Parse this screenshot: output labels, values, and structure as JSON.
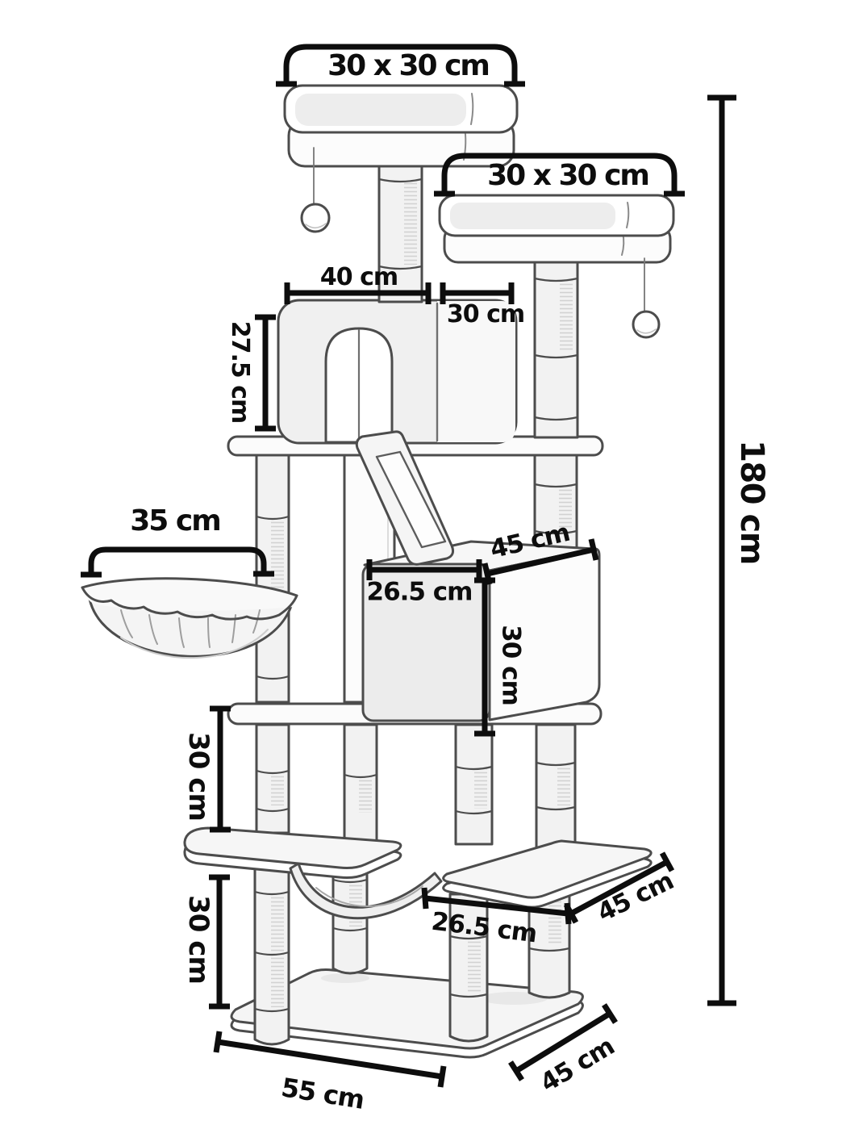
{
  "unit": "cm",
  "style": {
    "dimension_ink": "#0d0d0d",
    "artwork_ink": "#4c4c4c",
    "background": "#ffffff"
  },
  "labels": {
    "top_left_perch": "30 x 30 cm",
    "top_right_perch": "30 x 30 cm",
    "condo_width": "40 cm",
    "condo_depth": "30 cm",
    "condo_height": "27.5 cm",
    "basket_width": "35 cm",
    "cube_depth": "45 cm",
    "cube_width": "26.5 cm",
    "cube_height": "30 cm",
    "upper_tier_gap": "30 cm",
    "lower_tier_gap": "30 cm",
    "hammock_shelf_width": "26.5 cm",
    "hammock_shelf_depth": "45 cm",
    "base_length": "55 cm",
    "base_depth": "45 cm",
    "total_height": "180 cm"
  }
}
